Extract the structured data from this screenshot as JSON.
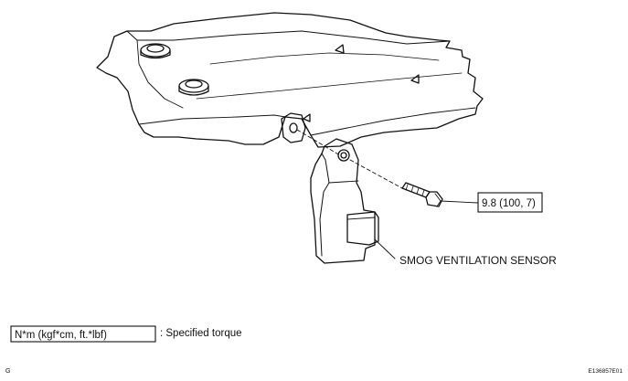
{
  "diagram": {
    "torque_value": "9.8 (100, 7)",
    "part_label": "SMOG VENTILATION SENSOR",
    "legend_box_text": "N*m (kgf*cm, ft.*lbf)",
    "legend_text": ": Specified torque",
    "corner_left": "G",
    "corner_right": "E136857E01"
  },
  "colors": {
    "line": "#111111",
    "background": "#ffffff"
  }
}
